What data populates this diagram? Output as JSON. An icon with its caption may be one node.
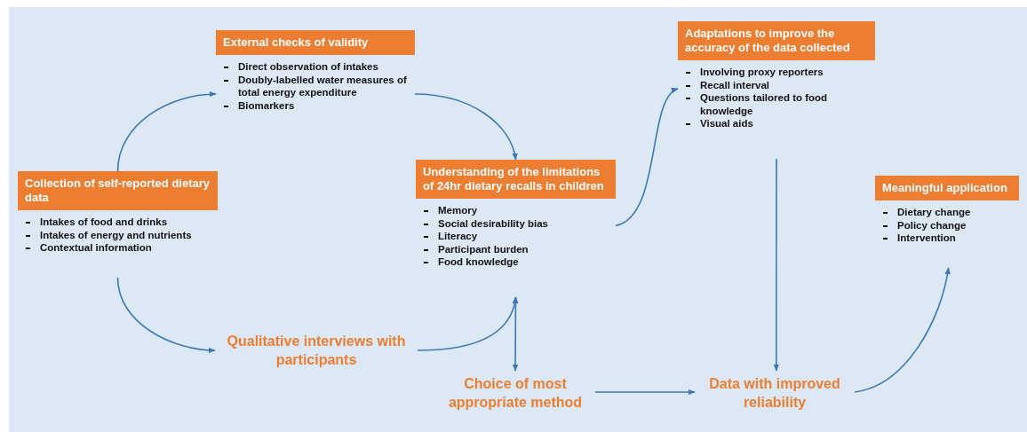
{
  "diagram": {
    "nodes": [
      {
        "text": [
          "Collection of self-reported dietary data",
          "Intakes of food and drinks",
          "Intakes of energy and nutrients",
          "Contextual information"
        ]
      },
      {
        "text": [
          "External checks of validity",
          "Direct observation of intakes",
          "Doubly-labelled water measures of total energy expenditure",
          "Biomarkers"
        ]
      },
      {
        "text": [
          "Understanding of the limitations of 24hr dietary recalls in children",
          "Memory",
          "Social desirability bias",
          "Literacy",
          "Participant burden",
          "Food knowledge"
        ]
      },
      {
        "text": [
          "Adaptations to improve the accuracy of the data collected",
          "Involving proxy reporters",
          "Recall interval",
          "Questions tailored to food knowledge",
          "Visual aids"
        ]
      },
      {
        "text": [
          "Meaningful application",
          "Dietary change",
          "Policy change",
          "Intervention"
        ]
      },
      {
        "text": [
          "Qualitative interviews with participants"
        ]
      },
      {
        "text": [
          "Choice of most appropriate method"
        ]
      },
      {
        "text": [
          "Data with improved reliability"
        ]
      }
    ],
    "edges": [
      {
        "from": 0,
        "to": 1,
        "arrow": "to"
      },
      {
        "from": 1,
        "to": 2,
        "arrow": "to"
      },
      {
        "from": 0,
        "to": 5,
        "arrow": "to"
      },
      {
        "from": 5,
        "to": 2,
        "arrow": "to"
      },
      {
        "from": 2,
        "to": 6,
        "arrow": "both"
      },
      {
        "from": 2,
        "to": 3,
        "arrow": "to"
      },
      {
        "from": 6,
        "to": 7,
        "arrow": "to"
      },
      {
        "from": 3,
        "to": 7,
        "arrow": "to"
      },
      {
        "from": 7,
        "to": 4,
        "arrow": "to"
      }
    ]
  }
}
